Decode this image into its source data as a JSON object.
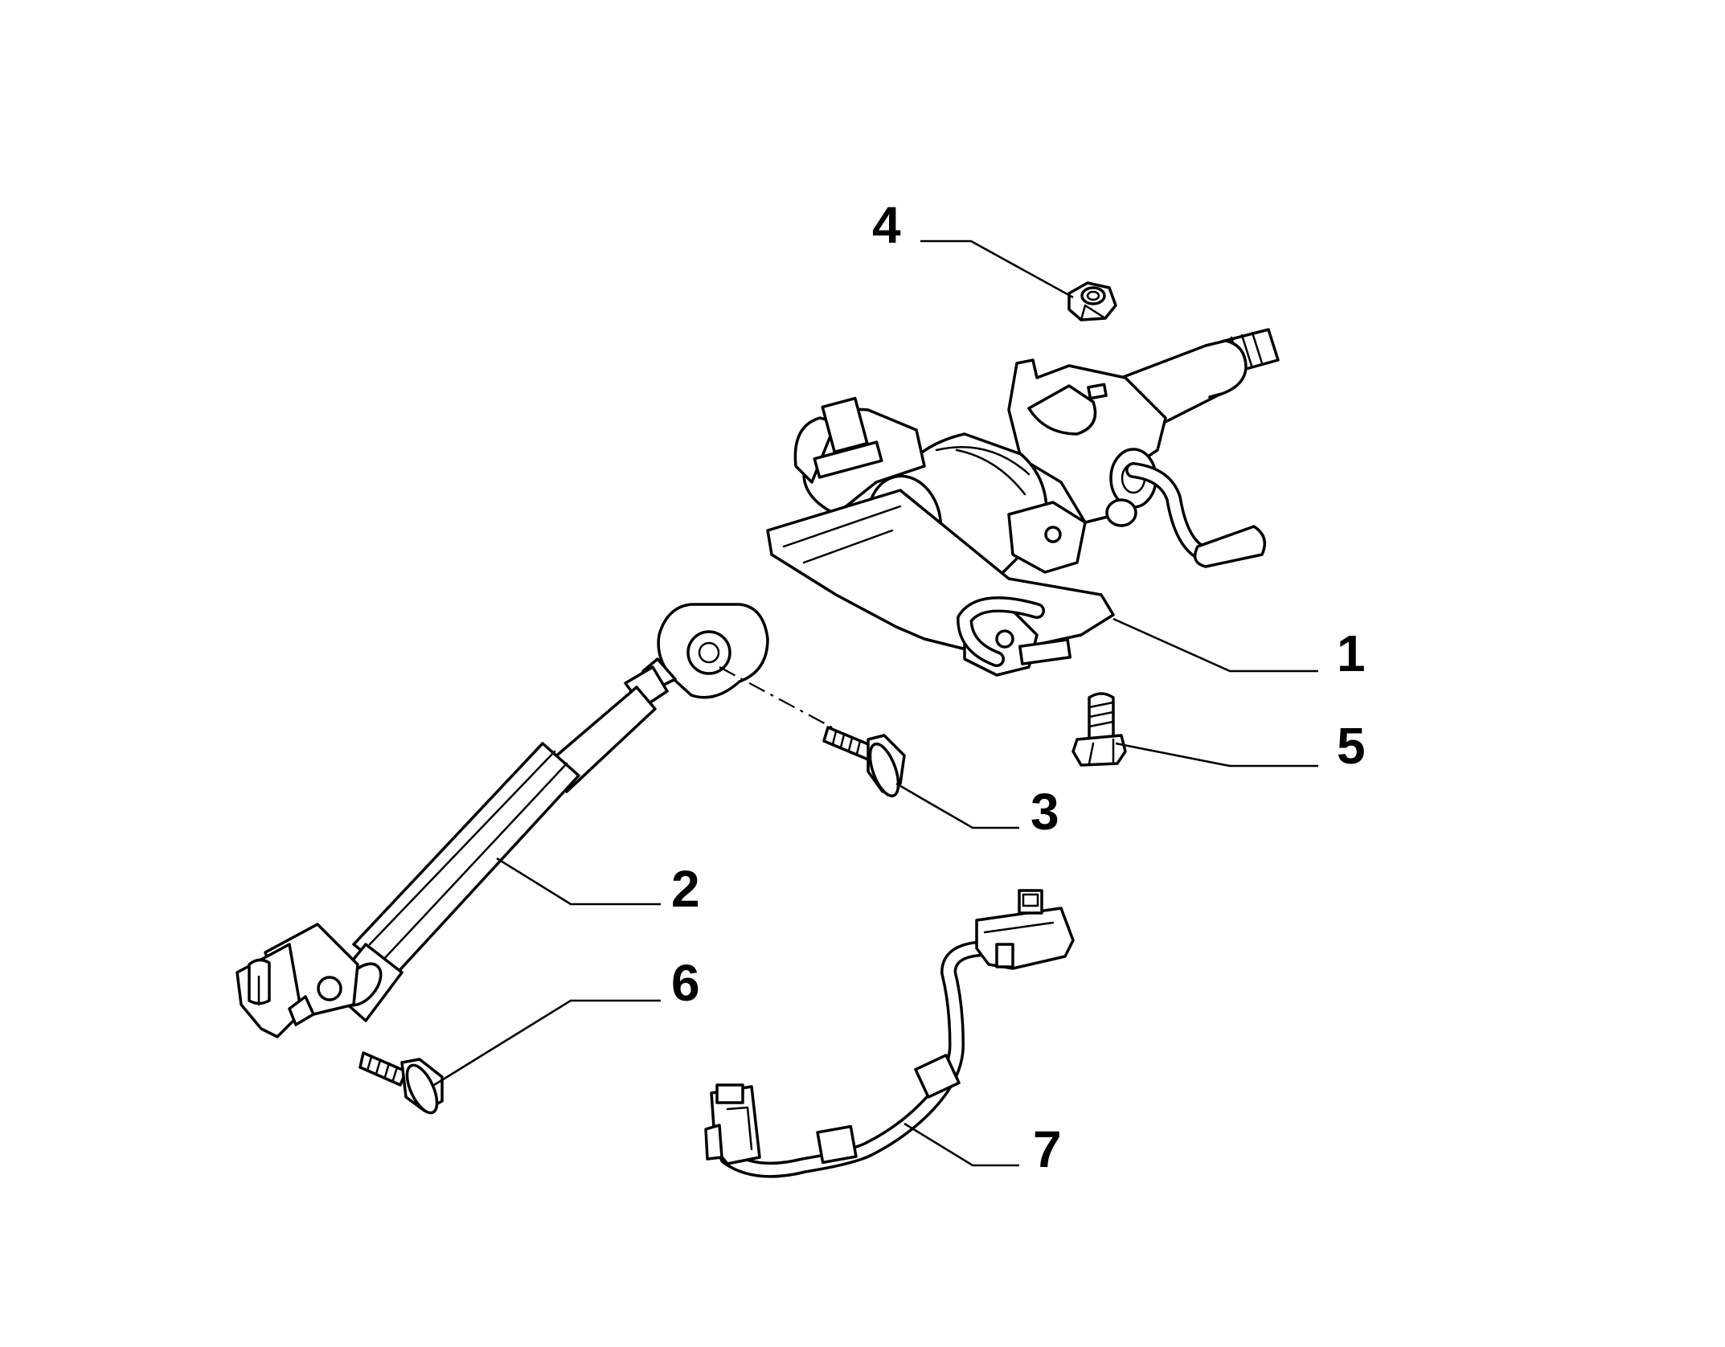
{
  "diagram": {
    "callouts": [
      {
        "id": "part-1",
        "label": "1"
      },
      {
        "id": "part-2",
        "label": "2"
      },
      {
        "id": "part-3",
        "label": "3"
      },
      {
        "id": "part-4",
        "label": "4"
      },
      {
        "id": "part-5",
        "label": "5"
      },
      {
        "id": "part-6",
        "label": "6"
      },
      {
        "id": "part-7",
        "label": "7"
      }
    ]
  }
}
